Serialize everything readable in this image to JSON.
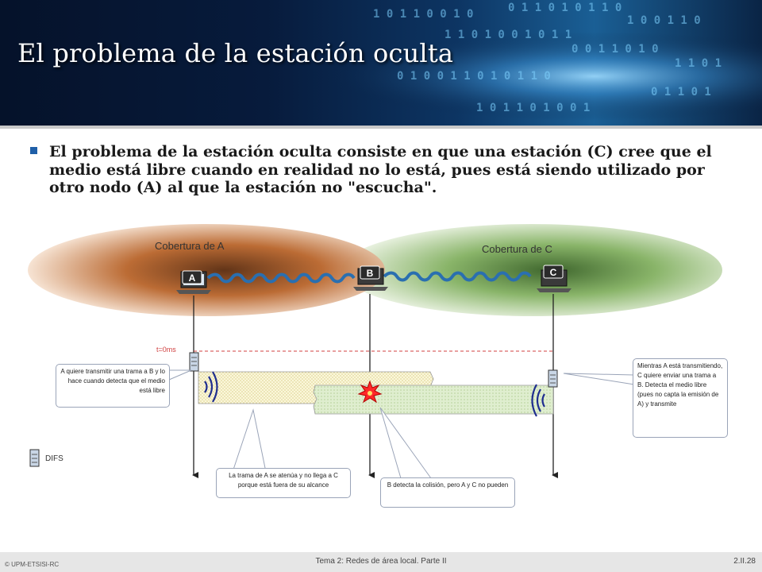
{
  "slide": {
    "title": "El problema de la estación oculta",
    "bullet": "El problema de la estación oculta consiste en que una estación (C) cree que el medio está libre cuando en realidad no lo está, pues está siendo utilizado por otro nodo (A) al que la estación no \"escucha\"."
  },
  "diagram": {
    "coverage_a_label": "Cobertura de A",
    "coverage_c_label": "Cobertura de C",
    "station_a": "A",
    "station_b": "B",
    "station_c": "C",
    "time_label": "t=0ms",
    "difs_label": "DIFS",
    "colors": {
      "coverage_a": "#b8642a",
      "coverage_c": "#7fae5c",
      "time_line": "#d04040"
    },
    "callouts": {
      "a_transmit": "A quiere transmitir una trama a B y lo hace cuando detecta que el medio está libre",
      "attenuation": "La trama de A se atenúa y no llega a C porque está fuera de su alcance",
      "b_collision": "B detecta la colisión, pero A y C no pueden",
      "c_transmit": "Mientras A está transmitiendo, C quiere enviar una trama a B. Detecta el medio libre (pues no capta la emisión de A) y transmite"
    }
  },
  "footer": {
    "left": "© UPM-ETSISI-RC",
    "center": "Tema 2: Redes de área local. Parte II",
    "right": "2.II.28"
  }
}
